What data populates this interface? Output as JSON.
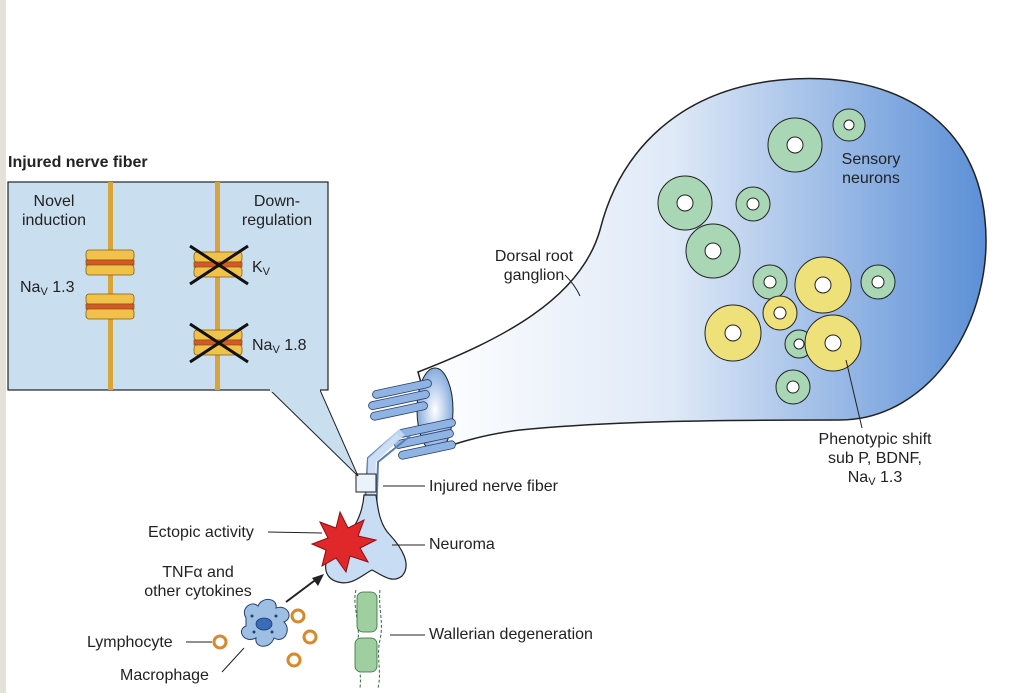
{
  "panel": {
    "title": "Injured nerve fiber",
    "left_heading": [
      "Novel",
      "induction"
    ],
    "left_channel": {
      "base": "Na",
      "sub": "V",
      "suffix": " 1.3"
    },
    "right_heading": [
      "Down-",
      "regulation"
    ],
    "right_channel_top": {
      "base": "K",
      "sub": "V",
      "suffix": ""
    },
    "right_channel_bottom": {
      "base": "Na",
      "sub": "V",
      "suffix": " 1.8"
    }
  },
  "labels": {
    "dorsal_root_ganglion": [
      "Dorsal root",
      "ganglion"
    ],
    "sensory_neurons": [
      "Sensory",
      "neurons"
    ],
    "phenotypic_shift": [
      "Phenotypic shift",
      "sub P, BDNF,"
    ],
    "phenotypic_shift_channel": {
      "base": "Na",
      "sub": "V",
      "suffix": " 1.3"
    },
    "injured_nerve_fiber": "Injured nerve fiber",
    "neuroma": "Neuroma",
    "ectopic_activity": "Ectopic activity",
    "cytokines": [
      "TNFα and",
      "other cytokines"
    ],
    "wallerian_degeneration": "Wallerian degeneration",
    "lymphocyte": "Lymphocyte",
    "macrophage": "Macrophage"
  },
  "colors": {
    "panel_bg": "#c9dff0",
    "ganglion_blue": "#5b8fd6",
    "green_cell": "#a9d7b5",
    "yellow_cell": "#efe17a",
    "axon": "#d9a53a",
    "channel": "#f1c24a",
    "channel_band": "#d8562a",
    "ectopic_red": "#e0282b",
    "wallerian_green": "#9fcea0",
    "lymphocyte_ring": "#d6892d",
    "macrophage": "#9dbfe3"
  }
}
